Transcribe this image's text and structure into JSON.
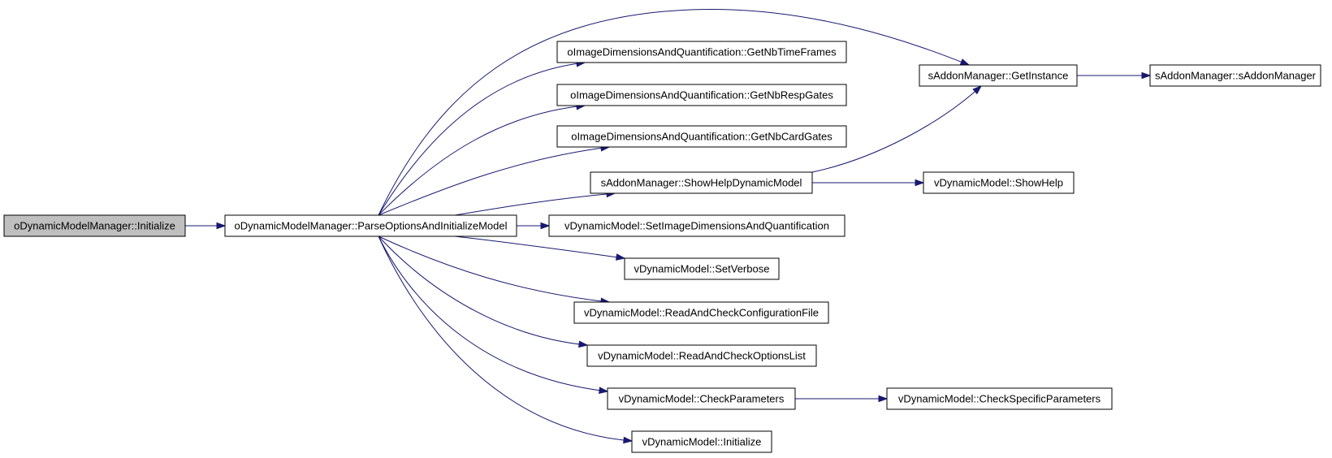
{
  "graph": {
    "edge_color": "#191970",
    "root_fill": "#bfbfbf",
    "nodes": [
      {
        "id": "n0",
        "label": "oDynamicModelManager::Initialize",
        "root": true
      },
      {
        "id": "n1",
        "label": "oDynamicModelManager::ParseOptionsAndInitializeModel"
      },
      {
        "id": "n2",
        "label": "sAddonManager::GetInstance"
      },
      {
        "id": "n3",
        "label": "oImageDimensionsAndQuantification::GetNbTimeFrames"
      },
      {
        "id": "n4",
        "label": "oImageDimensionsAndQuantification::GetNbRespGates"
      },
      {
        "id": "n5",
        "label": "oImageDimensionsAndQuantification::GetNbCardGates"
      },
      {
        "id": "n6",
        "label": "sAddonManager::ShowHelpDynamicModel"
      },
      {
        "id": "n7",
        "label": "vDynamicModel::SetImageDimensionsAndQuantification"
      },
      {
        "id": "n8",
        "label": "vDynamicModel::SetVerbose"
      },
      {
        "id": "n9",
        "label": "vDynamicModel::ReadAndCheckConfigurationFile"
      },
      {
        "id": "n10",
        "label": "vDynamicModel::ReadAndCheckOptionsList"
      },
      {
        "id": "n11",
        "label": "vDynamicModel::CheckParameters"
      },
      {
        "id": "n12",
        "label": "vDynamicModel::Initialize"
      },
      {
        "id": "n13",
        "label": "sAddonManager::sAddonManager"
      },
      {
        "id": "n14",
        "label": "vDynamicModel::ShowHelp"
      },
      {
        "id": "n15",
        "label": "vDynamicModel::CheckSpecificParameters"
      }
    ],
    "edges": [
      {
        "from": "n0",
        "to": "n1"
      },
      {
        "from": "n1",
        "to": "n2"
      },
      {
        "from": "n1",
        "to": "n3"
      },
      {
        "from": "n1",
        "to": "n4"
      },
      {
        "from": "n1",
        "to": "n5"
      },
      {
        "from": "n1",
        "to": "n6"
      },
      {
        "from": "n1",
        "to": "n7"
      },
      {
        "from": "n1",
        "to": "n8"
      },
      {
        "from": "n1",
        "to": "n9"
      },
      {
        "from": "n1",
        "to": "n10"
      },
      {
        "from": "n1",
        "to": "n11"
      },
      {
        "from": "n1",
        "to": "n12"
      },
      {
        "from": "n2",
        "to": "n13"
      },
      {
        "from": "n6",
        "to": "n2"
      },
      {
        "from": "n6",
        "to": "n14"
      },
      {
        "from": "n11",
        "to": "n15"
      }
    ]
  }
}
